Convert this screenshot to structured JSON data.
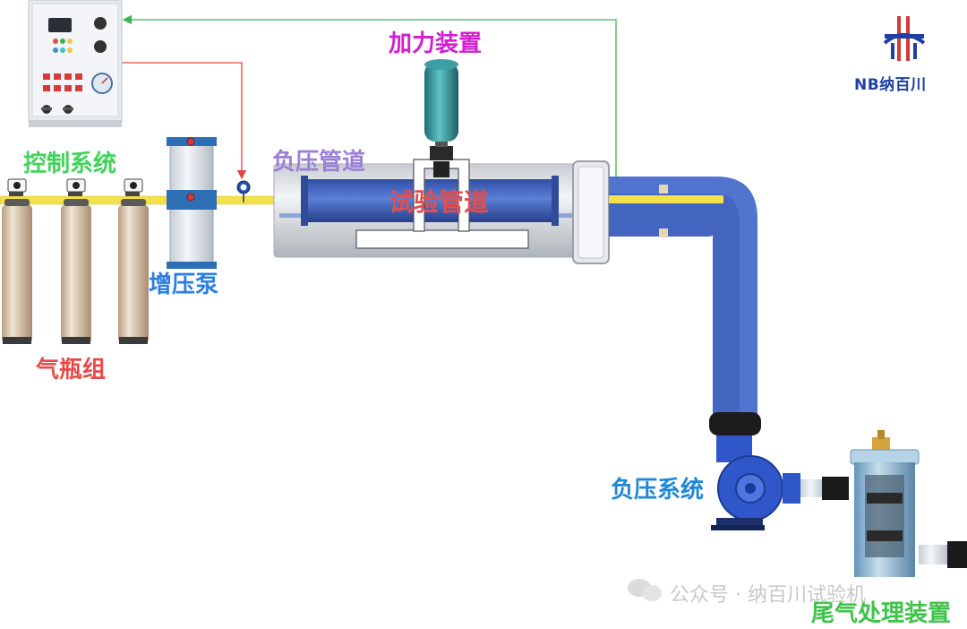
{
  "labels": {
    "control_system": "控制系统",
    "pressurizing_device": "加力装置",
    "negative_pressure_pipe": "负压管道",
    "test_pipe": "试验管道",
    "booster_pump": "增压泵",
    "gas_cylinder_group": "气瓶组",
    "negative_pressure_system": "负压系统",
    "exhaust_treatment": "尾气处理装置"
  },
  "logo": {
    "text": "NB纳百川"
  },
  "watermark": {
    "text": "公众号 · 纳百川试验机"
  },
  "colors": {
    "control_system": "#3fd35a",
    "pressurizing_device": "#d21fd0",
    "negative_pressure_pipe": "#9a7fd6",
    "test_pipe": "#e04f50",
    "booster_pump": "#2b7fe0",
    "gas_cylinder_group": "#e84b4b",
    "negative_pressure_system": "#1f88d6",
    "exhaust_treatment": "#3fc44a",
    "gas_line": "#f2e14a",
    "pipe_blue": "#3d5fb8",
    "signal_red": "#e0453d",
    "signal_green": "#39b54a"
  }
}
